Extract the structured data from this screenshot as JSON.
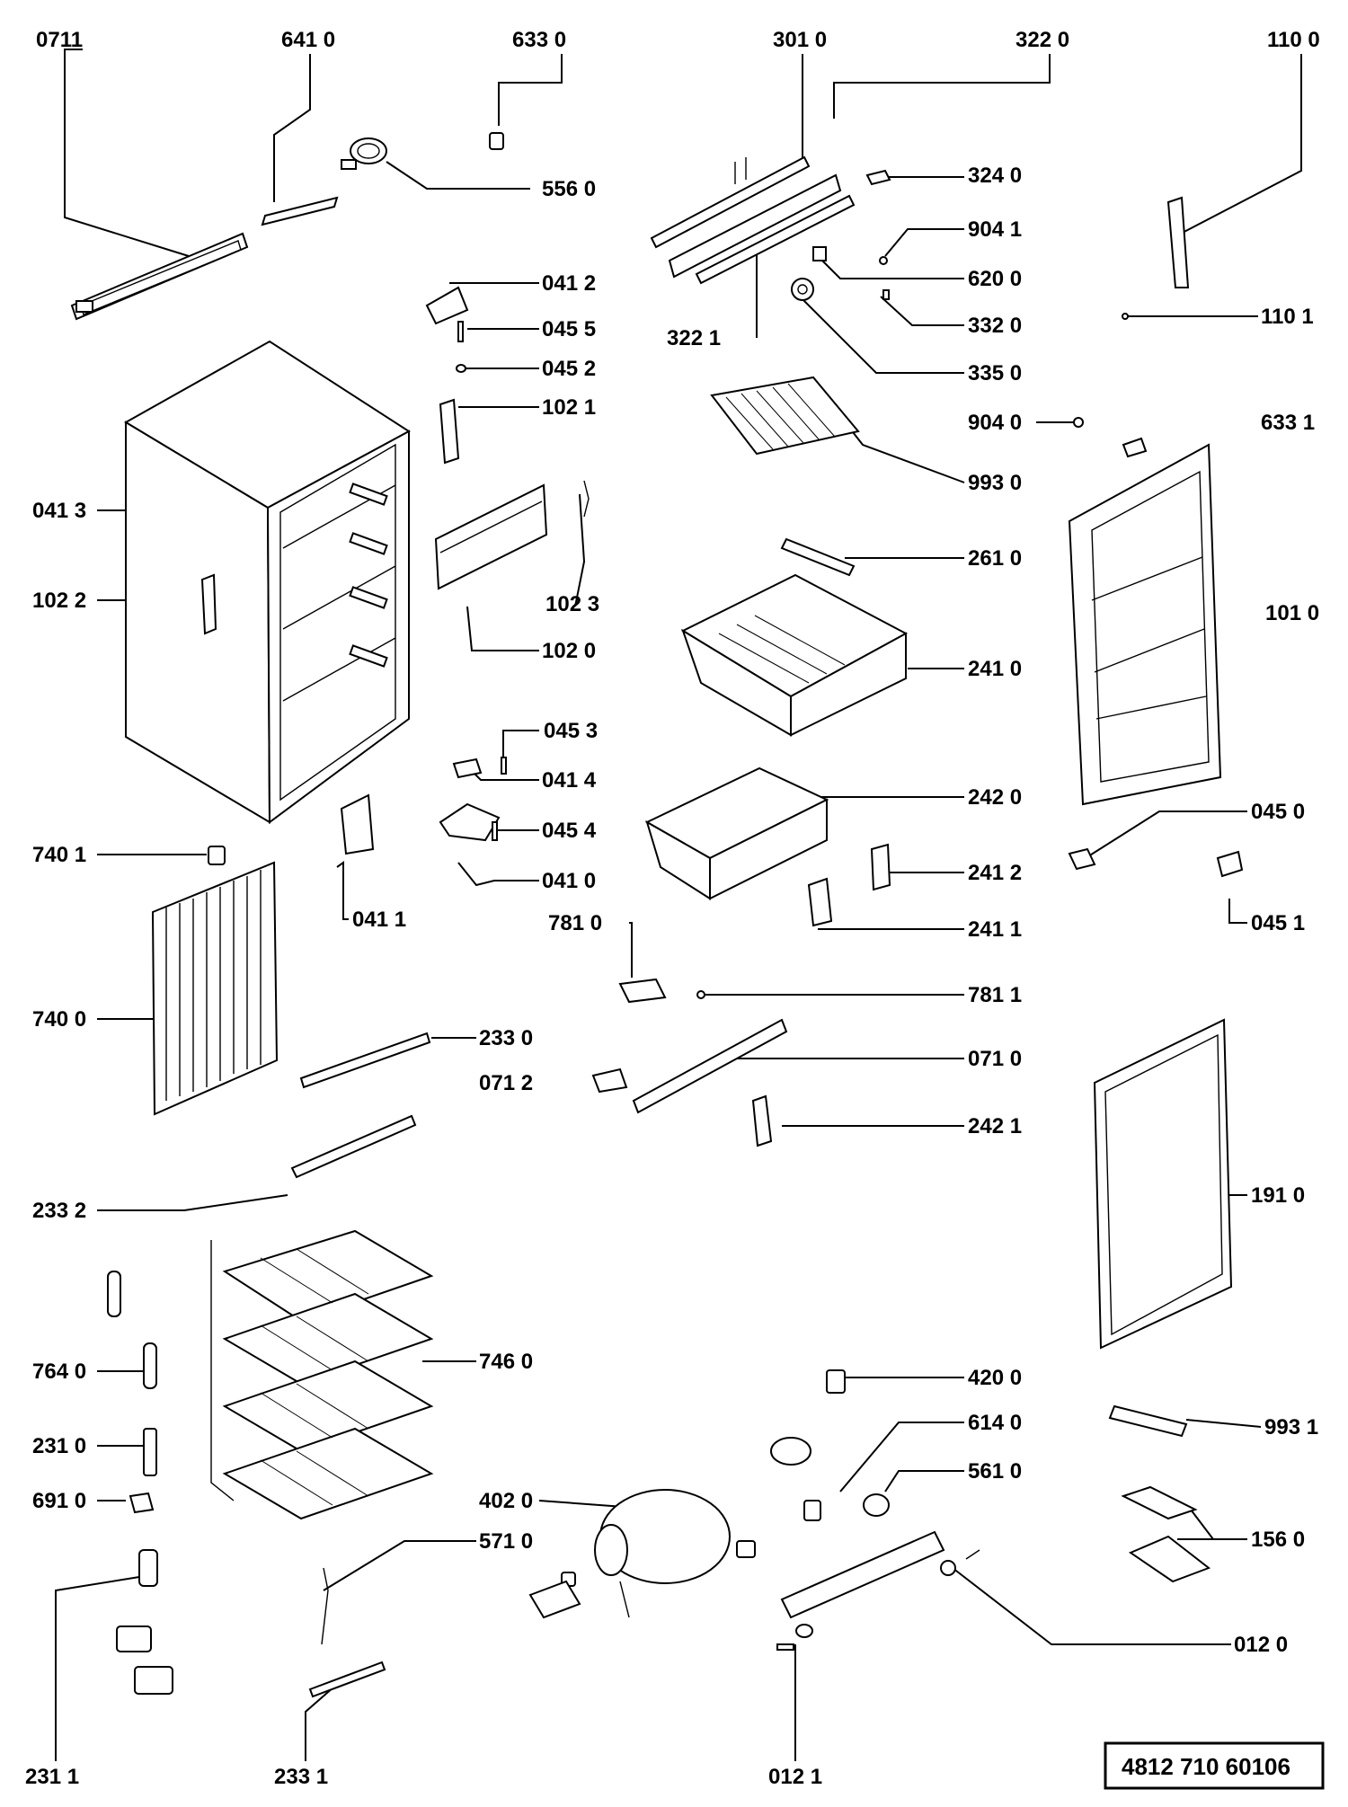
{
  "document_number": "4812 710 60106",
  "labels": {
    "l0711": "0711",
    "l6410": "641 0",
    "l6330": "633 0",
    "l3010": "301 0",
    "l3220": "322 0",
    "l1100": "110 0",
    "l5560": "556 0",
    "l3240": "324 0",
    "l9041": "904 1",
    "l6200": "620 0",
    "l0412": "041 2",
    "l0455": "045 5",
    "l0452": "045 2",
    "l3221": "322 1",
    "l3320": "332 0",
    "l1101": "110 1",
    "l3350": "335 0",
    "l1021": "102 1",
    "l9040": "904 0",
    "l6331": "633 1",
    "l9930": "993 0",
    "l0413": "041 3",
    "l2610": "261 0",
    "l1022": "102 2",
    "l1023": "102 3",
    "l1010": "101 0",
    "l1020": "102 0",
    "l2410": "241 0",
    "l0453": "045 3",
    "l0414": "041 4",
    "l2420": "242 0",
    "l0454": "045 4",
    "l0450": "045 0",
    "l7401": "740 1",
    "l0410": "041 0",
    "l2412": "241 2",
    "l0411": "041 1",
    "l7810": "781 0",
    "l2411": "241 1",
    "l0451": "045 1",
    "l7811": "781 1",
    "l7400": "740 0",
    "l2330": "233 0",
    "l0710": "071 0",
    "l0712": "071 2",
    "l2421": "242 1",
    "l2332": "233 2",
    "l1910": "191 0",
    "l7460": "746 0",
    "l7640": "764 0",
    "l4200": "420 0",
    "l2310": "231 0",
    "l6140": "614 0",
    "l9931": "993 1",
    "l6910": "691 0",
    "l4020": "402 0",
    "l5610": "561 0",
    "l5710": "571 0",
    "l1560": "156 0",
    "l0120": "012 0",
    "l2311": "231 1",
    "l2331": "233 1",
    "l0121": "012 1"
  }
}
